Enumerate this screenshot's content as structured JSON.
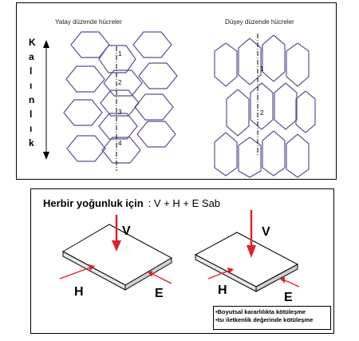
{
  "top": {
    "left_title": "Yatay düzende hücreler",
    "right_title": "Düşey düzende hücreler",
    "thickness_letters": [
      "K",
      "a",
      "l",
      "ı",
      "n",
      "l",
      "ı",
      "k"
    ],
    "left_markers": [
      "1",
      "2",
      "3",
      "4"
    ],
    "right_markers": [
      "1",
      "2"
    ]
  },
  "bottom": {
    "formula_prefix": "Herbir yoğunluk için",
    "formula_expr": ": V + H + E",
    "formula_suffix": "Sab",
    "left_labels": {
      "v": "V",
      "h": "H",
      "e": "E"
    },
    "right_labels": {
      "v": "V",
      "h": "H",
      "e": "E"
    },
    "notes": [
      "•Boyutsal kararlılıkta kötüleşme",
      "•Isı iletkenlik değerinde kötüleşme"
    ]
  },
  "colors": {
    "hex_stroke": "#5a4f94",
    "arrow": "#e0202a"
  }
}
